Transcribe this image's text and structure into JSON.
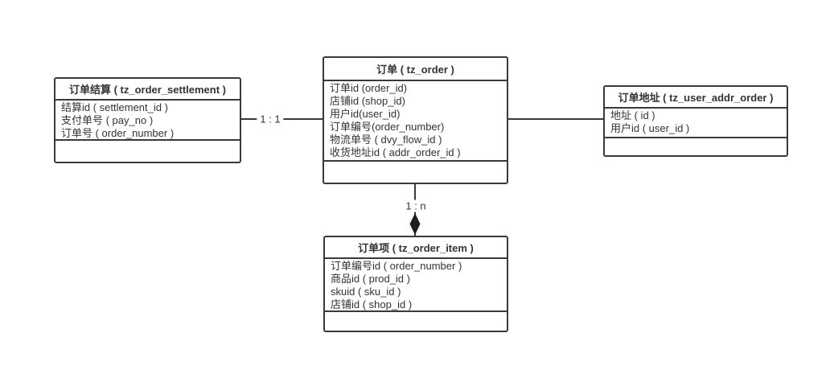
{
  "diagram": {
    "background_color": "#ffffff",
    "line_color": "#3a3a3a",
    "text_color": "#333333"
  },
  "entities": [
    {
      "id": "order-settlement",
      "title": "订单结算 ( tz_order_settlement )",
      "fields": [
        "结算id ( settlement_id )",
        "支付单号 ( pay_no )",
        "订单号 ( order_number )"
      ]
    },
    {
      "id": "order",
      "title": "订单 ( tz_order )",
      "fields": [
        "订单id (order_id)",
        "店铺id (shop_id)",
        "用户id(user_id)",
        "订单编号(order_number)",
        "物流单号 ( dvy_flow_id )",
        "收货地址id ( addr_order_id )"
      ]
    },
    {
      "id": "user-addr-order",
      "title": "订单地址 ( tz_user_addr_order )",
      "fields": [
        "地址 ( id )",
        "用户id ( user_id )"
      ]
    },
    {
      "id": "order-item",
      "title": "订单项 ( tz_order_item )",
      "fields": [
        "订单编号id ( order_number )",
        "商品id ( prod_id )",
        "skuid ( sku_id )",
        "店铺id ( shop_id )"
      ]
    }
  ],
  "relationships": [
    {
      "from": "order-settlement",
      "to": "order",
      "label": "1 : 1",
      "arrow": "none"
    },
    {
      "from": "order",
      "to": "user-addr-order",
      "label": "",
      "arrow": "none"
    },
    {
      "from": "order",
      "to": "order-item",
      "label": "1 : n",
      "arrow": "filled-diamond"
    }
  ]
}
